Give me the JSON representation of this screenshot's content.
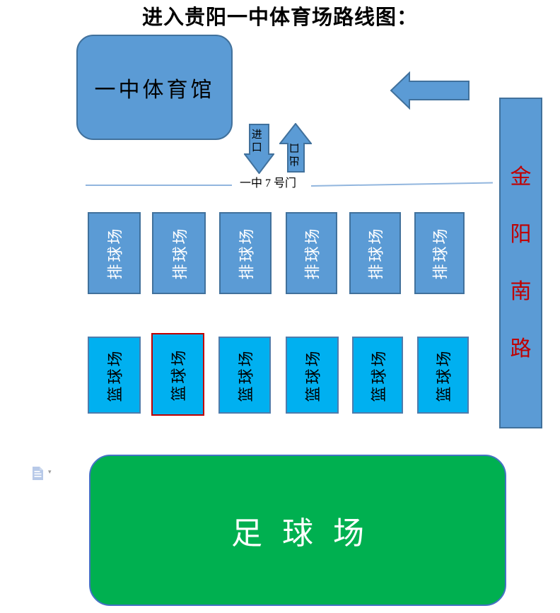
{
  "title": "进入贵阳一中体育场路线图：",
  "gym": {
    "label": "一中体育馆"
  },
  "arrows": {
    "entrance_label": "进口",
    "exit_label": "出口"
  },
  "gate": {
    "label": "一中 7 号门"
  },
  "road": {
    "label": "金阳南路"
  },
  "courts": {
    "volleyball": [
      "排球场",
      "排球场",
      "排球场",
      "排球场",
      "排球场",
      "排球场"
    ],
    "basketball": [
      "篮球场",
      "篮球场",
      "篮球场",
      "篮球场",
      "篮球场",
      "篮球场"
    ]
  },
  "field": {
    "label": "足 球 场"
  },
  "paste_button": {
    "dropdown_glyph": "▾"
  },
  "colors": {
    "shape-blue": "#5B9BD5",
    "shape-border": "#41719C",
    "court-cyan": "#00B0F0",
    "court-border": "#4E7CAC",
    "highlight-red": "#C00000",
    "field-green": "#00B050",
    "field-border": "#4472C4",
    "gate-line": "#92B6DE",
    "paste-icon": "#B7C9E8"
  }
}
